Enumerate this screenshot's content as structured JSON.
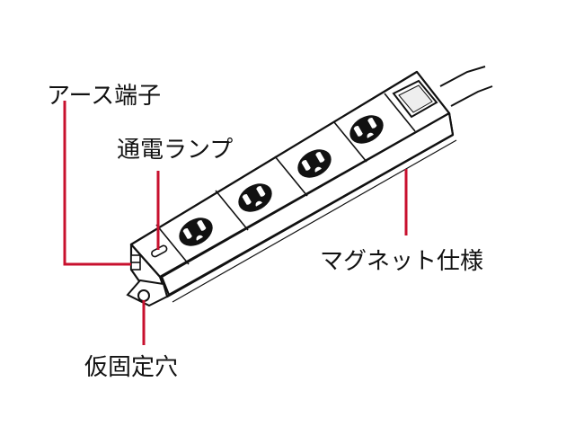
{
  "labels": {
    "earth_terminal": "アース端子",
    "power_lamp": "通電ランプ",
    "magnet": "マグネット仕様",
    "fixing_hole": "仮固定穴"
  },
  "colors": {
    "leader_line": "#c8102e",
    "outline": "#111111",
    "background": "#ffffff"
  },
  "outlets": {
    "count": 4,
    "switch_count": 1
  }
}
